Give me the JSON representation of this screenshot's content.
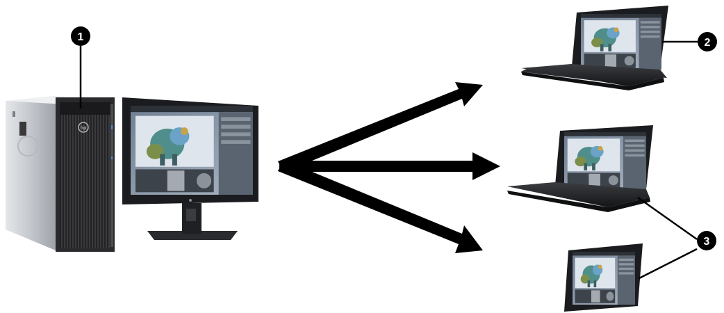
{
  "callouts": [
    {
      "number": "1"
    },
    {
      "number": "2"
    },
    {
      "number": "3"
    }
  ],
  "colors": {
    "background": "#ffffff",
    "arrow": "#000000",
    "tower_body": "#c9cdd2",
    "tower_front": "#2a2a2c",
    "device_black": "#1b1c1f",
    "screen_bg": "#8a98a8",
    "callout_fill": "#000000"
  },
  "icons": [
    "workstation-tower-icon",
    "monitor-icon",
    "laptop-icon",
    "tablet-icon"
  ]
}
